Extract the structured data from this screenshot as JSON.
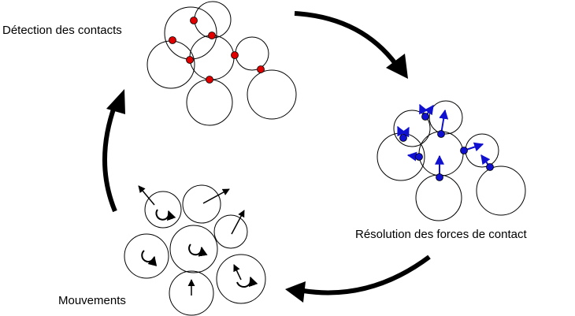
{
  "labels": {
    "detection": "Détection des contacts",
    "resolution": "Résolution des forces de contact",
    "mouvements": "Mouvements"
  },
  "colors": {
    "contact_point": "#e00000",
    "force_point": "#1010d0",
    "force_arrow": "#1010d0",
    "cycle_arrow": "#000000",
    "outline": "#000000"
  },
  "icons": {
    "cycle_arrows": "curved-arrow",
    "rotation": "circular-arrow",
    "velocity": "straight-arrow"
  }
}
